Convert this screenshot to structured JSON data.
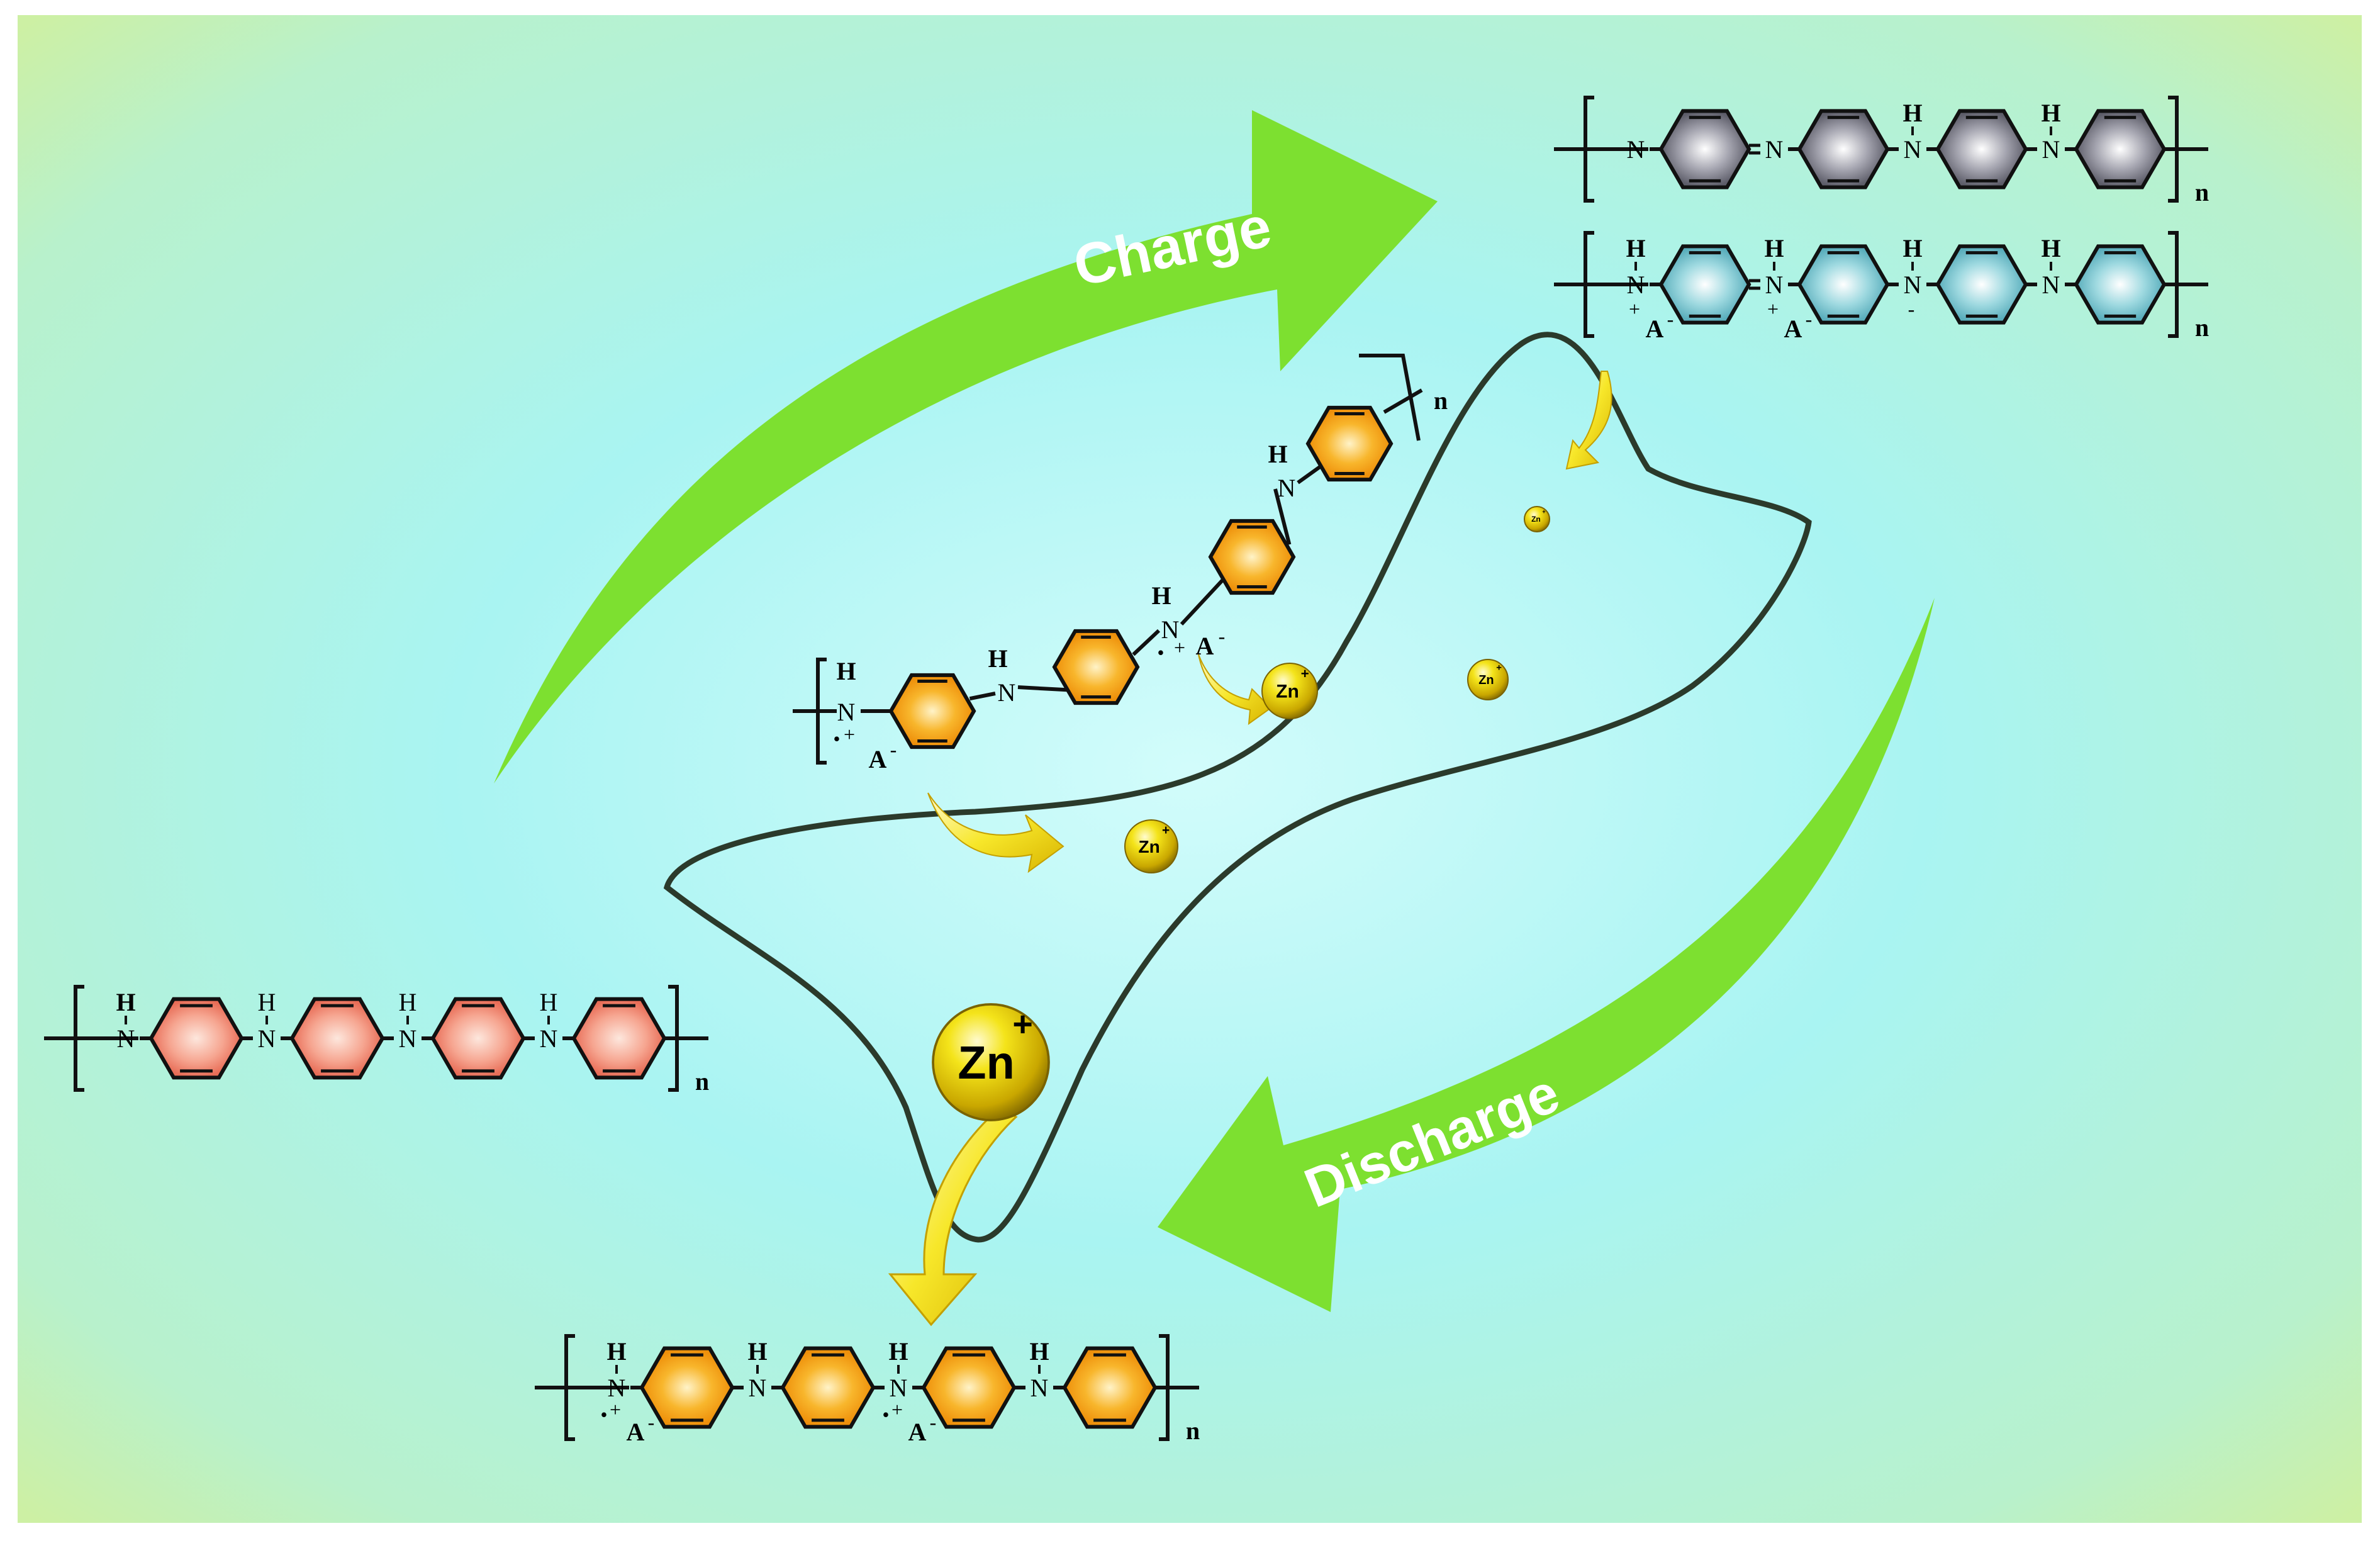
{
  "labels": {
    "charge": "Charge",
    "discharge": "Discharge"
  },
  "ions": {
    "zn": "Zn",
    "plus": "+"
  },
  "atoms": {
    "n": "N",
    "h": "H",
    "anion": "A",
    "minus": "-",
    "plus": "+",
    "radical": "•",
    "repeat": "n"
  },
  "colors": {
    "background_center": "#c9fbfb",
    "background_mid": "#a6f2f0",
    "background_edge": "#c6f1a8",
    "arrow_green": "#7de030",
    "cv_curve": "#2b3a2b",
    "ring_leucoemeraldine": "#f4907e",
    "ring_emeraldine": "#f3a21c",
    "ring_pernigraniline_gray": "#8a8a96",
    "ring_pernigraniline_blue": "#79c6d0",
    "zn_ball": "#e8d400"
  }
}
